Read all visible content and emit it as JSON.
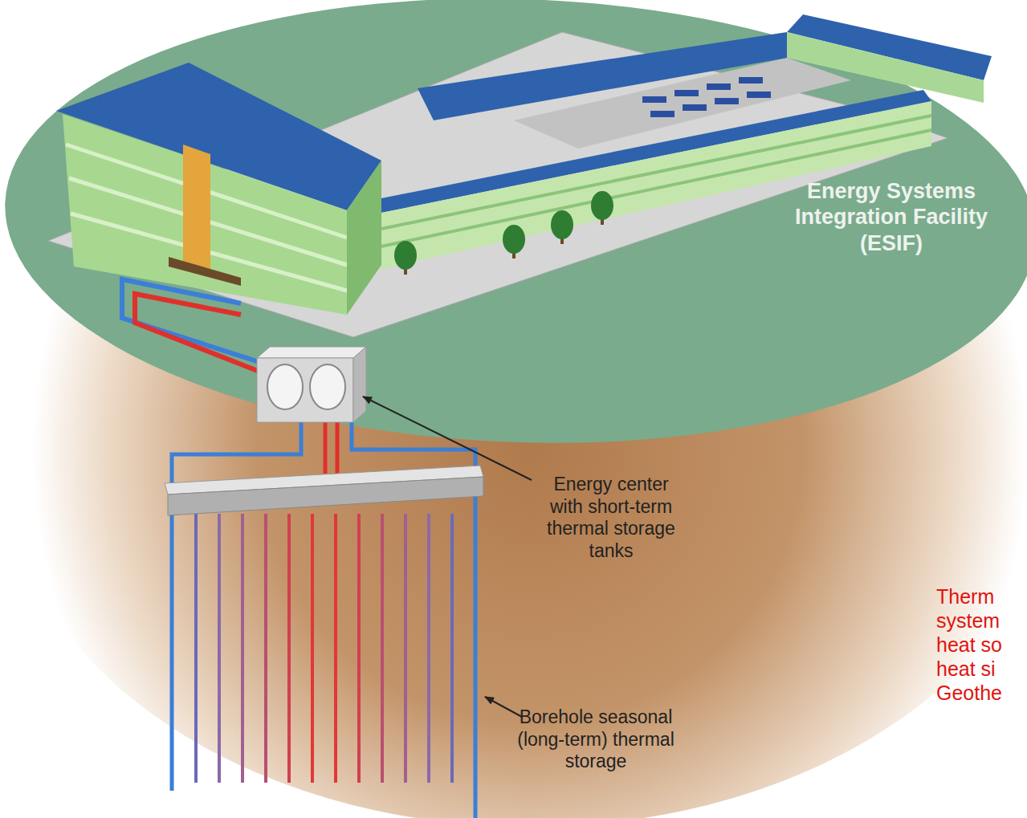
{
  "diagram": {
    "labels": [
      "Energy Systems Integration Facility (ESIF)",
      "Energy center with short-term thermal storage tanks",
      "Borehole seasonal (long-term) thermal storage",
      "Therm system heat so heat si Geothe"
    ]
  }
}
